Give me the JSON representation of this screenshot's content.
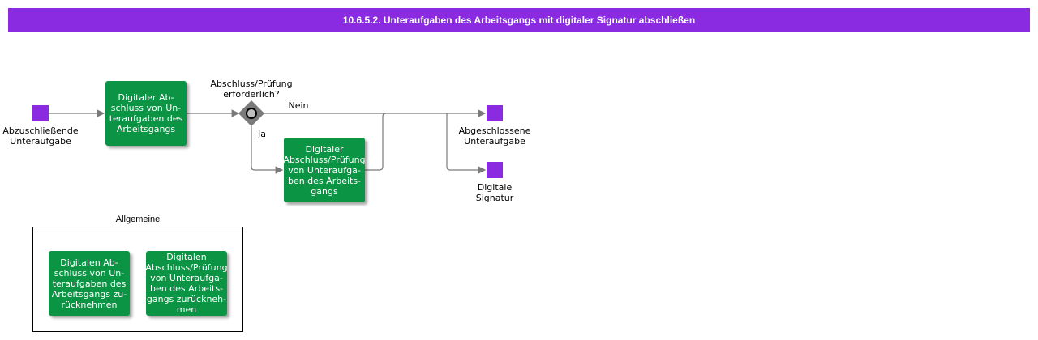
{
  "title": "10.6.5.2. Unteraufgaben des Arbeitsgangs mit digitaler Signatur abschließen",
  "events": {
    "start": "Abzuschließende\nUnteraufgabe",
    "end_completed": "Abgeschlossene\nUnteraufgabe",
    "end_signature": "Digitale\nSignatur"
  },
  "tasks": {
    "complete": "Digitaler Ab-\nschluss von Un-\nteraufgaben des\nArbeitsgangs",
    "complete_review": "Digitaler\nAbschluss/Prüfung\nvon Unteraufga-\nben des Arbeits-\ngangs"
  },
  "gateway": {
    "question": "Abschluss/Prüfung\nerforderlich?",
    "no_label": "Nein",
    "yes_label": "Ja"
  },
  "group": {
    "title": "Allgemeine",
    "tasks": [
      "Digitalen Ab-\nschluss von Un-\nteraufgaben des\nArbeitsgangs zu-\nrücknehmen",
      "Digitalen\nAbschluss/Prüfung\nvon Unteraufga-\nben des Arbeits-\ngangs zurückneh-\nmen"
    ]
  },
  "colors": {
    "title_bar": "#8a2be2",
    "event": "#8a2be2",
    "task": "#0b9444",
    "gateway": "#7a7a7a"
  }
}
